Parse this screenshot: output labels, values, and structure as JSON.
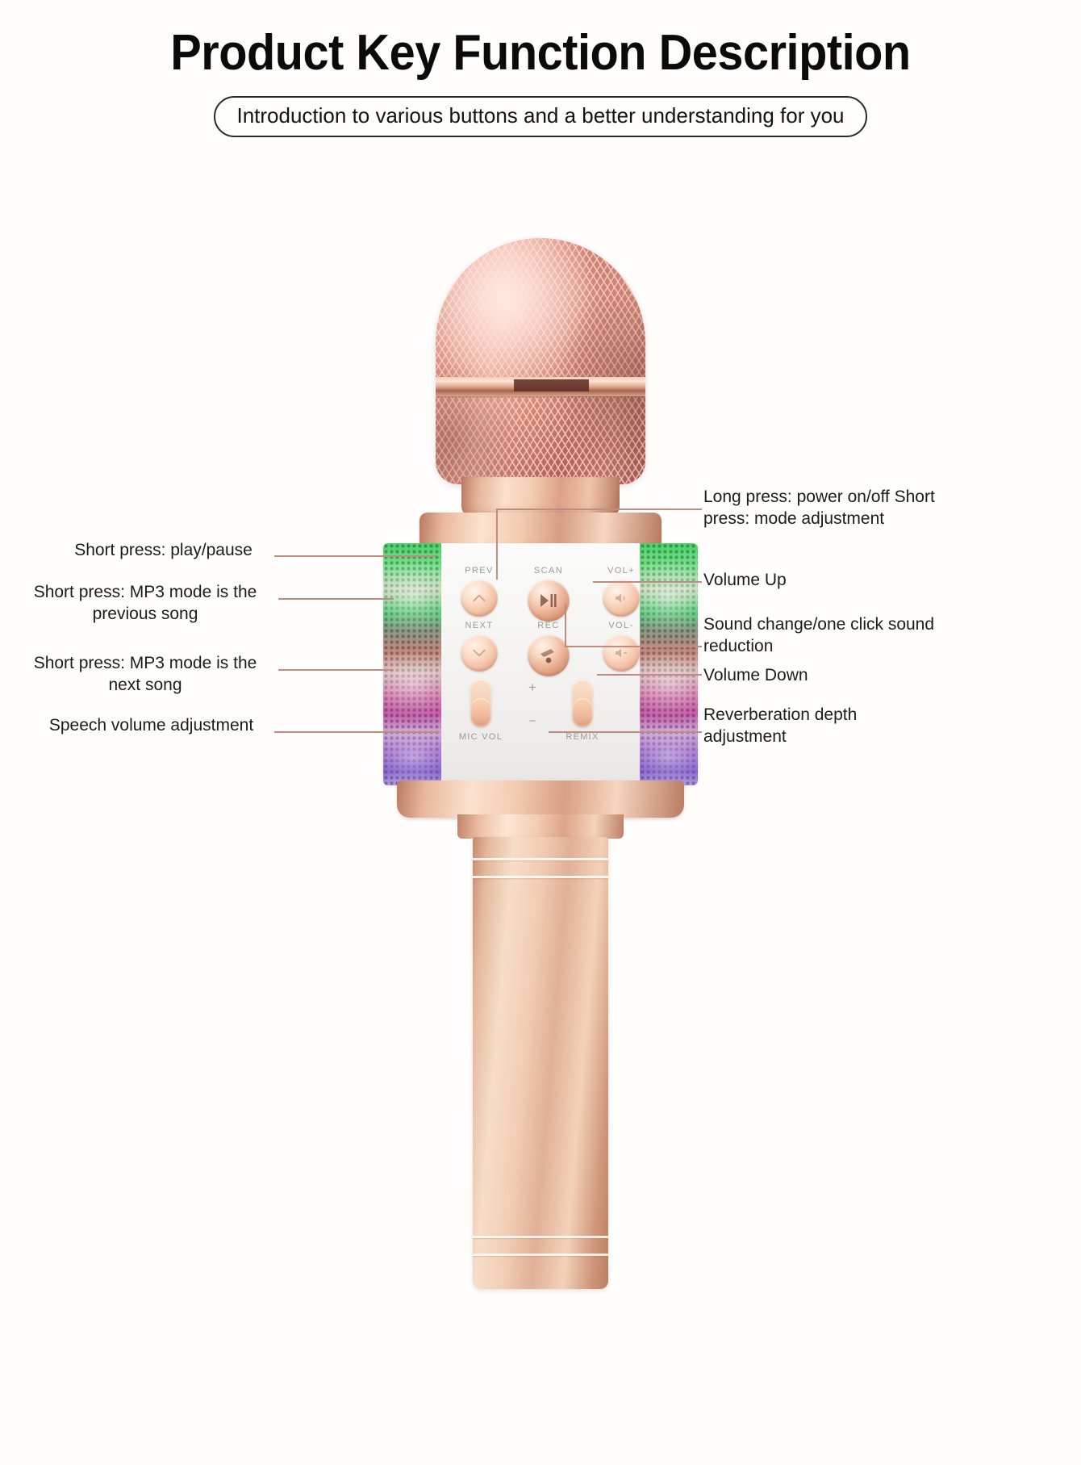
{
  "header": {
    "title": "Product Key Function Description",
    "subtitle": "Introduction to various buttons and a better understanding for you"
  },
  "product": {
    "name": "wireless karaoke microphone",
    "finish_color": "#e8b79e",
    "body_color": "#f1cdb4",
    "grille_color": "#c07f72",
    "panel_color": "#f5f4f3",
    "leader_line_color": "#c08b80",
    "led_colors": [
      "#48d36a",
      "#c6887e",
      "#d26fa6",
      "#9b5fcf",
      "#7a4fd0"
    ]
  },
  "panel": {
    "buttons": [
      {
        "id": "prev",
        "label": "PREV",
        "icon": "chevron-up-icon"
      },
      {
        "id": "scan",
        "label": "SCAN",
        "icon": "play-pause-icon"
      },
      {
        "id": "volume_up",
        "label": "VOL+",
        "icon": "volume-up-icon"
      },
      {
        "id": "next",
        "label": "NEXT",
        "icon": "chevron-down-icon"
      },
      {
        "id": "rec",
        "label": "REC",
        "icon": "record-icon"
      },
      {
        "id": "volume_down",
        "label": "VOL-",
        "icon": "volume-down-icon"
      }
    ],
    "sliders": [
      {
        "id": "mic_vol",
        "label": "MIC VOL"
      },
      {
        "id": "remix",
        "label": "REMIX"
      }
    ],
    "indicator": {
      "plus": "+",
      "minus": "−"
    }
  },
  "callouts": {
    "left": [
      {
        "id": "scan-callout",
        "text": "Short press: play/pause"
      },
      {
        "id": "prev-callout",
        "text": "Short press: MP3 mode is the previous song"
      },
      {
        "id": "next-callout",
        "text": "Short press: MP3 mode is the next song"
      },
      {
        "id": "mic-vol-callout",
        "text": "Speech volume adjustment"
      }
    ],
    "right": [
      {
        "id": "power-callout",
        "text": "Long press: power on/off Short press: mode adjustment"
      },
      {
        "id": "vol-up-callout",
        "text": "Volume Up"
      },
      {
        "id": "rec-callout",
        "text": "Sound change/one click sound reduction"
      },
      {
        "id": "vol-down-callout",
        "text": "Volume Down"
      },
      {
        "id": "remix-callout",
        "text": "Reverberation depth adjustment"
      }
    ]
  }
}
